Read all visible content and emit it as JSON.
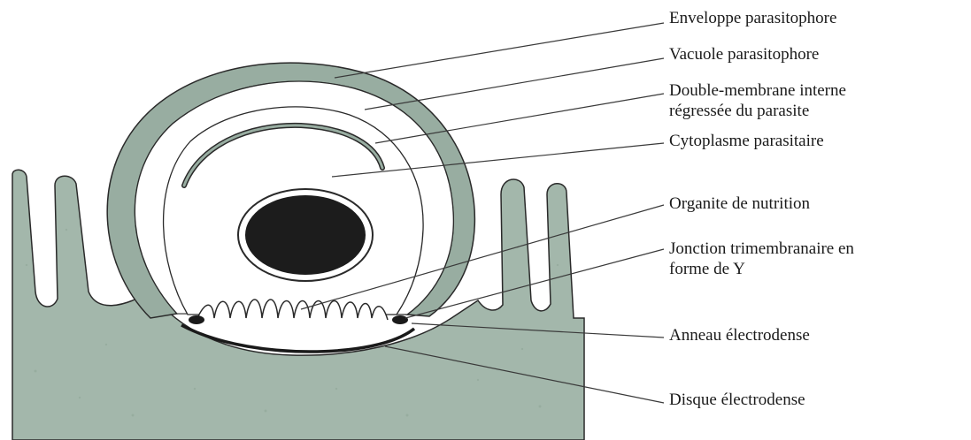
{
  "labels": {
    "enveloppe": "Enveloppe parasitophore",
    "vacuole": "Vacuole parasitophore",
    "double_membrane_line1": "Double-membrane interne",
    "double_membrane_line2": "régressée du parasite",
    "cytoplasme": "Cytoplasme parasitaire",
    "organite": "Organite de nutrition",
    "jonction_line1": "Jonction trimembranaire en",
    "jonction_line2": "forme de Y",
    "anneau": "Anneau électrodense",
    "disque": "Disque électrodense"
  },
  "colors": {
    "host_tissue": "#a3b7ab",
    "membrane": "#98ada1",
    "outline": "#2a2a2a",
    "nucleus": "#1c1c1c",
    "background": "#ffffff"
  }
}
